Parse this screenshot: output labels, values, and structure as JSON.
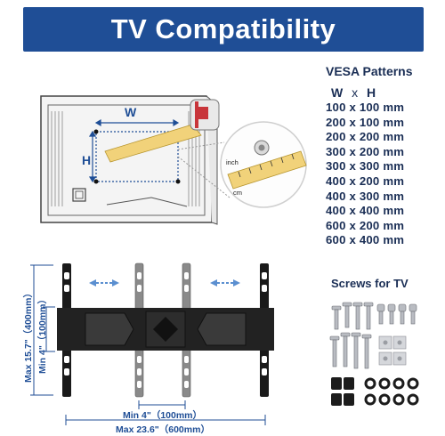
{
  "header": {
    "title": "TV  Compatibility"
  },
  "vesa": {
    "title": "VESA Patterns",
    "w": "W",
    "x": "x",
    "h": "H",
    "patterns": [
      "100 x 100 mm",
      "200 x 100 mm",
      "200 x 200 mm",
      "300 x 200 mm",
      "300 x 300 mm",
      "400 x 200 mm",
      "400 x 300 mm",
      "400 x 400 mm",
      "600 x 200 mm",
      "600 x 400 mm"
    ]
  },
  "tv_diagram": {
    "w_label": "W",
    "h_label": "H",
    "tape_inch": "inch",
    "tape_cm": "cm"
  },
  "mount_dimensions": {
    "max_height": "Max 15.7\"（400mm）",
    "min_height": "Min  4\"（100mm）",
    "min_width": "Min  4\"（100mm）",
    "max_width": "Max  23.6\"（600mm）"
  },
  "screws": {
    "title": "Screws for TV"
  },
  "colors": {
    "banner": "#1f4e96",
    "dimension": "#1f4e96",
    "text": "#1a2e55",
    "tape": "#f1d27a"
  }
}
